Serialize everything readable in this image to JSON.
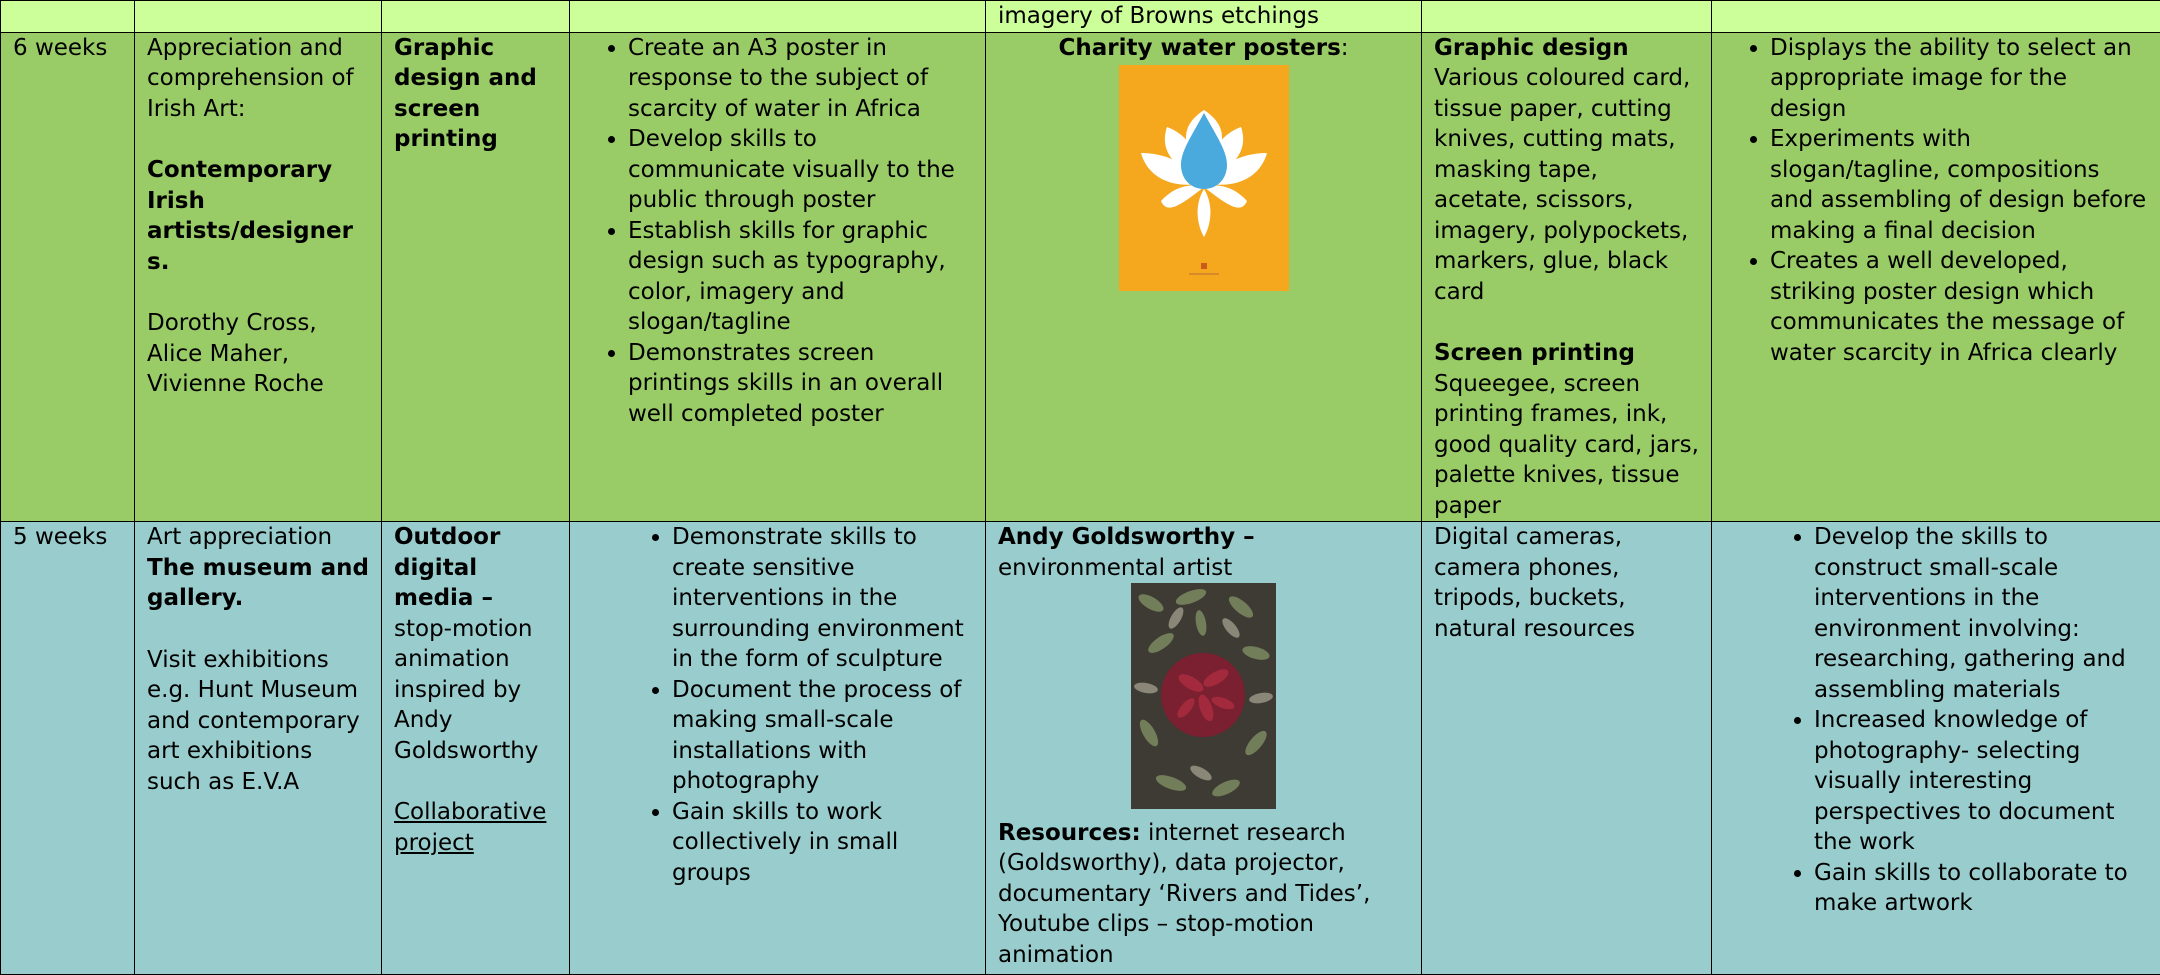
{
  "row0": {
    "text": "imagery of Browns etchings"
  },
  "row1": {
    "duration": "6 weeks",
    "appreciation": {
      "intro": "Appreciation and comprehension of Irish Art:",
      "heading": "Contemporary Irish artists/designer s.",
      "names": [
        "Dorothy Cross,",
        "Alice Maher,",
        "Vivienne Roche"
      ]
    },
    "topic": "Graphic design and screen printing",
    "objectives": [
      "Create an A3 poster in response to the subject of scarcity of water in Africa",
      "Develop skills to communicate visually to the public through poster",
      "Establish skills for graphic design such as typography, color, imagery and slogan/tagline",
      "Demonstrates screen printings skills in an overall well completed poster"
    ],
    "exemplar": {
      "title": "Charity water posters",
      "suffix": ":"
    },
    "resources": {
      "heading1": "Graphic design",
      "list1": "Various coloured card, tissue paper, cutting knives, cutting mats, masking tape, acetate, scissors, imagery, polypockets, markers, glue, black card",
      "heading2": "Screen printing",
      "list2": "Squeegee, screen printing frames, ink, good quality card, jars, palette knives, tissue paper"
    },
    "outcomes": [
      "Displays the ability to select an appropriate image for the design",
      "Experiments with slogan/tagline, compositions and assembling of design before making a final decision",
      "Creates a well developed, striking poster design which communicates the message of water scarcity in Africa clearly"
    ]
  },
  "row2": {
    "duration": "5 weeks",
    "appreciation": {
      "intro": "Art appreciation",
      "heading": "The museum and gallery.",
      "body": "Visit exhibitions e.g. Hunt Museum and contemporary art exhibitions such as E.V.A"
    },
    "topic": {
      "heading": "Outdoor digital media –",
      "body": "stop-motion animation inspired by Andy Goldsworthy",
      "link": "Collaborative project"
    },
    "objectives": [
      "Demonstrate skills to create sensitive interventions in the surrounding environment in the form of sculpture",
      "Document the process of making small-scale installations with photography",
      "Gain skills to work collectively in small groups"
    ],
    "exemplar": {
      "heading": "Andy Goldsworthy –",
      "subtitle": "environmental artist",
      "resources_label": "Resources:",
      "resources_text": " internet research (Goldsworthy), data projector, documentary ‘Rivers and Tides’, Youtube clips – stop-motion animation"
    },
    "resources": "Digital cameras, camera phones, tripods, buckets, natural resources",
    "outcomes": [
      "Develop the skills to construct small-scale interventions in the environment involving: researching, gathering and assembling materials",
      "Increased knowledge of photography- selecting visually interesting perspectives to document the work",
      "Gain skills to collaborate to make artwork"
    ]
  },
  "colors": {
    "row0": "#ccff99",
    "row1": "#99cc66",
    "row2": "#99cccc",
    "poster": "#f5a81e",
    "drop": "#4aa9dd"
  },
  "icons": {
    "poster": "lotus-water-drop-poster",
    "photo": "leaf-sculpture-photo"
  }
}
